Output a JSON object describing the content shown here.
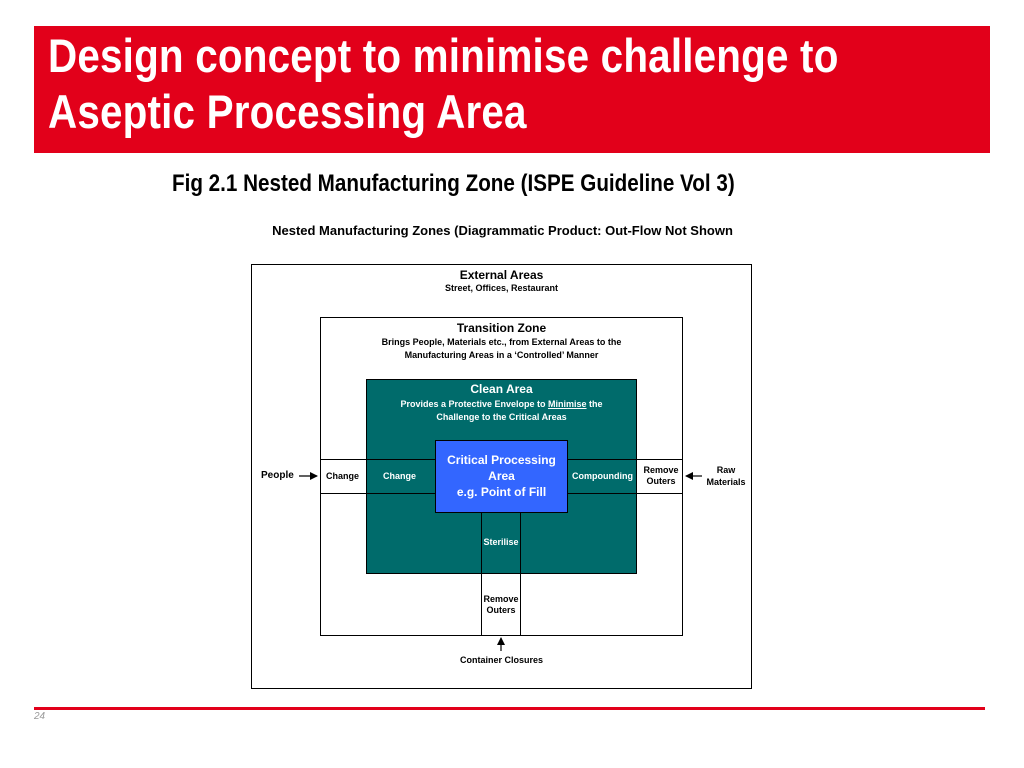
{
  "slide": {
    "title": "Design concept to minimise challenge to Aseptic Processing Area",
    "figure_title": "Fig 2.1 Nested Manufacturing Zone (ISPE Guideline Vol 3)",
    "subtitle": "Nested Manufacturing Zones (Diagrammatic Product: Out-Flow Not Shown",
    "page_number": "24"
  },
  "diagram": {
    "external": {
      "title": "External Areas",
      "subtitle": "Street, Offices, Restaurant"
    },
    "transition": {
      "title": "Transition Zone",
      "subtitle_line1": "Brings People, Materials etc., from External Areas to the",
      "subtitle_line2": "Manufacturing Areas in a ‘Controlled’ Manner"
    },
    "clean": {
      "title": "Clean Area",
      "subtitle_pre": "Provides a Protective Envelope to ",
      "subtitle_emph": "Minimise",
      "subtitle_post": " the",
      "subtitle_line2": "Challenge to the Critical Areas"
    },
    "critical": {
      "line1": "Critical Processing",
      "line2": "Area",
      "line3": "e.g. Point of Fill"
    },
    "labels": {
      "people": "People",
      "change_transition": "Change",
      "change_clean": "Change",
      "compounding": "Compounding",
      "remove_outers_right_1": "Remove",
      "remove_outers_right_2": "Outers",
      "raw_materials_1": "Raw",
      "raw_materials_2": "Materials",
      "sterilise": "Sterilise",
      "remove_outers_bottom_1": "Remove",
      "remove_outers_bottom_2": "Outers",
      "container_closures": "Container Closures"
    }
  },
  "colors": {
    "banner": "#e2001a",
    "clean_area": "#006b6b",
    "critical_area": "#3366ff"
  }
}
